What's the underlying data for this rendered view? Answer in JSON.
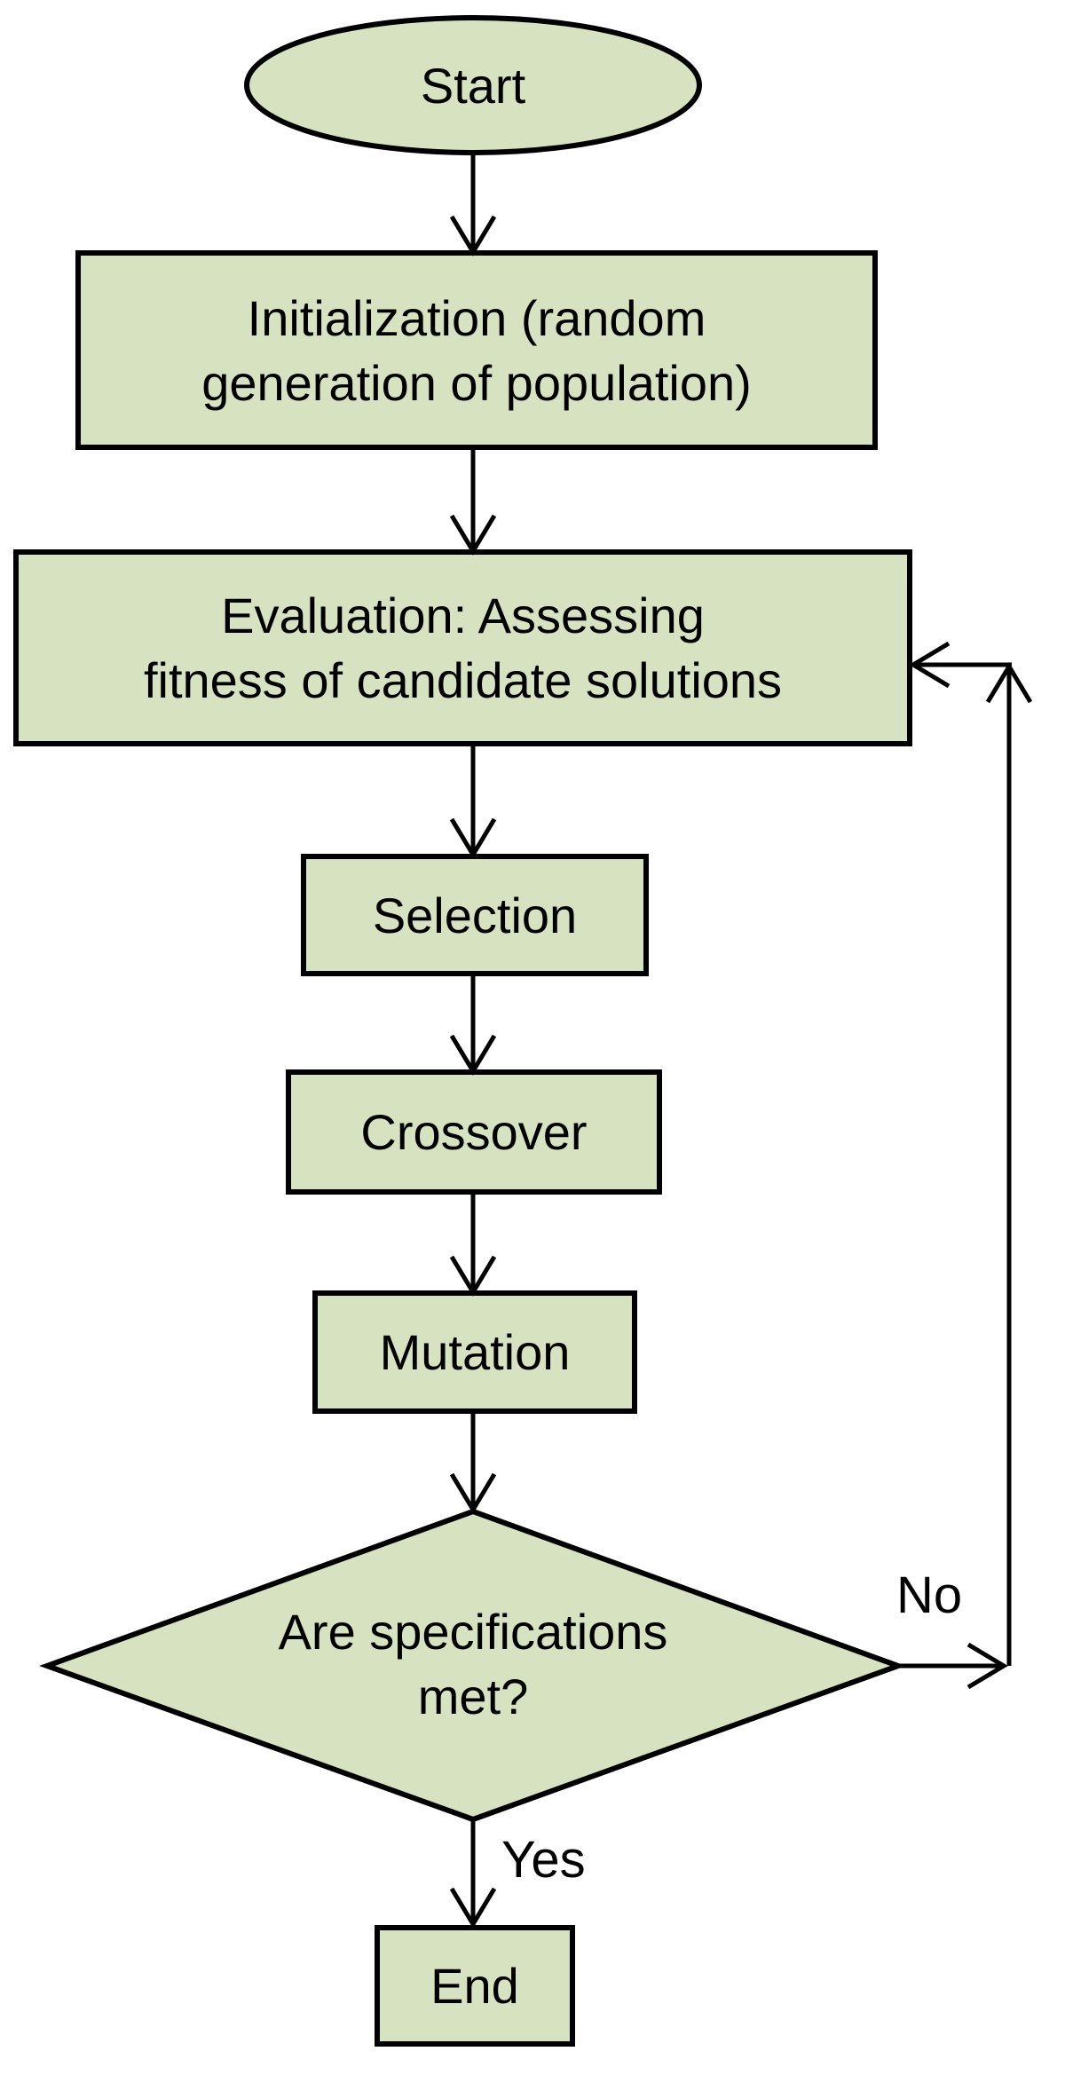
{
  "diagram": {
    "type": "flowchart",
    "colors": {
      "node_fill": "#d6e2c0",
      "node_border": "#000000",
      "connector": "#000000",
      "text": "#000000",
      "background": "#ffffff"
    },
    "nodes": [
      {
        "id": "start",
        "type": "terminator",
        "label": "Start"
      },
      {
        "id": "initialization",
        "type": "process",
        "label": "Initialization (random\ngeneration of population)"
      },
      {
        "id": "evaluation",
        "type": "process",
        "label": "Evaluation: Assessing\nfitness of candidate solutions"
      },
      {
        "id": "selection",
        "type": "process",
        "label": "Selection"
      },
      {
        "id": "crossover",
        "type": "process",
        "label": "Crossover"
      },
      {
        "id": "mutation",
        "type": "process",
        "label": "Mutation"
      },
      {
        "id": "decision",
        "type": "decision",
        "label": "Are specifications\nmet?"
      },
      {
        "id": "end",
        "type": "process",
        "label": "End"
      }
    ],
    "edges": [
      {
        "from": "start",
        "to": "initialization",
        "label": ""
      },
      {
        "from": "initialization",
        "to": "evaluation",
        "label": ""
      },
      {
        "from": "evaluation",
        "to": "selection",
        "label": ""
      },
      {
        "from": "selection",
        "to": "crossover",
        "label": ""
      },
      {
        "from": "crossover",
        "to": "mutation",
        "label": ""
      },
      {
        "from": "mutation",
        "to": "decision",
        "label": ""
      },
      {
        "from": "decision",
        "to": "end",
        "label": "Yes"
      },
      {
        "from": "decision",
        "to": "evaluation",
        "label": "No"
      }
    ]
  }
}
